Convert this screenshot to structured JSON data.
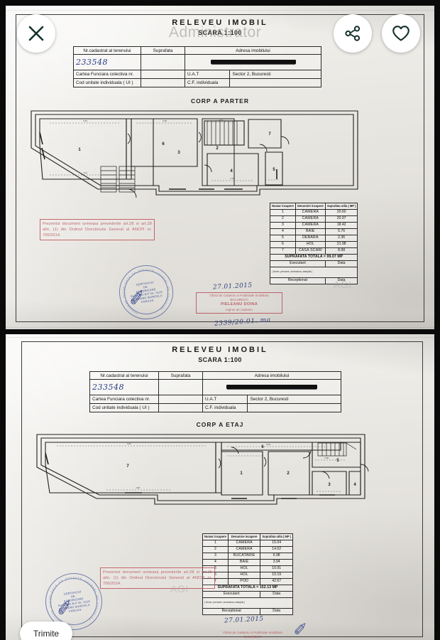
{
  "viewer": {
    "watermark": "Administrator",
    "watermark_small": "AGI",
    "watermark_small_2": "AGI",
    "close_label": "close-icon",
    "share_label": "share-icon",
    "favorite_label": "heart-icon",
    "bottom_button_label": "Trimite"
  },
  "documents": [
    {
      "id": "parter",
      "title": "RELEVEU IMOBIL",
      "scale": "SCARA 1:100",
      "section": "CORP A PARTER",
      "info_table": {
        "headers": [
          "Nr.cadastral al terenului",
          "Suprafata",
          "Adresa imobilului"
        ],
        "cadastral_number": "233548",
        "address_value": "",
        "rows": [
          {
            "label": "Cartea Funciara colectiva nr.",
            "value": "",
            "mid": "U.A.T",
            "right": "Sector  2, Bucuresti"
          },
          {
            "label": "Cod unitate individuala ( UI )",
            "value": "",
            "mid": "C.F. individuala",
            "right": ""
          }
        ]
      },
      "room_table": {
        "headers": [
          "Numar incapere",
          "Denumire incapere",
          "Suprafata utila ( MP )"
        ],
        "rows": [
          {
            "no": "1",
            "name": "CAMERA",
            "area": "20.60"
          },
          {
            "no": "2",
            "name": "CAMERA",
            "area": "20.97"
          },
          {
            "no": "3",
            "name": "CAMERA",
            "area": "18.42"
          },
          {
            "no": "4",
            "name": "BAIE",
            "area": "5.76"
          },
          {
            "no": "5",
            "name": "DEBARA",
            "area": "2.36"
          },
          {
            "no": "6",
            "name": "HOL",
            "area": "21.98"
          },
          {
            "no": "7",
            "name": "CASA SCARI",
            "area": "8.98"
          }
        ],
        "total": "SUPRAFATA TOTALA = 99.07 MP",
        "executant_label": "Executant",
        "data_label": "Data",
        "signature_hint": "( Nume, prenume, semnatura, stampila )",
        "receptionat_label": "Receptionat",
        "data_label_2": "Data"
      },
      "red_note": "Prezentul document urmeaza prevederile art.28 si art.29 alin. (1) din Ordinul Directorului General al ANCPI nr. 700/2014.",
      "blue_stamp": {
        "line1": "CERTIFICAT",
        "line2": "DE",
        "line3": "AUTORIZARE",
        "line4": "Seria RO-B-F Nr. 0119",
        "line5": "NEGRARU MARCELA",
        "line6": "FARCAS",
        "ring": "PERSOANA AUTORIZATA SA EXECUTE LUCRARI DE CADASTRU"
      },
      "ocpi_stamp": {
        "line1": "Oficiul de Cadastru si Publicitate Imobiliara",
        "line2": "BUCURESTI",
        "name": "PIELEANU DOINA",
        "role": "Inginer de cadastru"
      },
      "hand_date": "27.01.2015",
      "hand_registry": "2339/20.01.  ma"
    },
    {
      "id": "etaj",
      "title": "RELEVEU IMOBIL",
      "scale": "SCARA 1:100",
      "section": "CORP A ETAJ",
      "info_table": {
        "headers": [
          "Nr.cadastral al terenului",
          "Suprafata",
          "Adresa imobilului"
        ],
        "cadastral_number": "233548",
        "address_value": "",
        "rows": [
          {
            "label": "Cartea Funciara colectiva nr.",
            "value": "",
            "mid": "U.A.T",
            "right": "Sector  2, Bucuresti"
          },
          {
            "label": "Cod unitate individuala ( UI )",
            "value": "",
            "mid": "C.F. individuala",
            "right": ""
          }
        ]
      },
      "room_table": {
        "headers": [
          "Numar incapere",
          "Denumire incapere",
          "Suprafata utila ( MP )"
        ],
        "rows": [
          {
            "no": "1",
            "name": "CAMERA",
            "area": "15.04"
          },
          {
            "no": "2",
            "name": "CAMERA",
            "area": "14.02"
          },
          {
            "no": "3",
            "name": "BUCATARIE",
            "area": "6.98"
          },
          {
            "no": "4",
            "name": "BAIE",
            "area": "3.94"
          },
          {
            "no": "5",
            "name": "HOL",
            "area": "10.91"
          },
          {
            "no": "6",
            "name": "HOL",
            "area": "10.19"
          },
          {
            "no": "7",
            "name": "POD",
            "area": "42.67"
          }
        ],
        "total": "SUPRAFATA TOTALA = 152.13 MP",
        "executant_label": "Executant",
        "data_label": "Data",
        "signature_hint": "( Nume, prenume, semnatura, stampila )",
        "receptionat_label": "Receptionat",
        "data_label_2": "Data"
      },
      "red_note": "Prezentul document urmeaza prevederile art.28 si art.29 alin. (1) din Ordinul Directorului General al ANCPI nr. 700/2014.",
      "blue_stamp": {
        "line1": "CERTIFICAT",
        "line2": "DE",
        "line3": "AUTORIZARE",
        "line4": "Seria RO-B-F Nr. 0119",
        "line5": "NEGRARU MARCELA",
        "line6": "FARCAS",
        "ring": "PERSOANA AUTORIZATA SA EXECUTE LUCRARI DE CADASTRU"
      },
      "ocpi_stamp": {
        "line1": "Oficiul de Cadastru si Publicitate Imobiliara",
        "line2": "BUCURESTI",
        "name": "",
        "role": ""
      },
      "hand_date": "27.01.2015",
      "hand_registry": ""
    }
  ],
  "floor_plan_labels": {
    "parter": [
      "1",
      "6",
      "2",
      "3",
      "4",
      "5",
      "7"
    ],
    "etaj": [
      "7",
      "1",
      "2",
      "3",
      "4",
      "5",
      "6"
    ]
  },
  "colors": {
    "paper": "#e9e7e3",
    "ink": "#1b1b1b",
    "red_stamp": "#b9545c",
    "blue_stamp": "#4a5fa0",
    "handwriting": "#2b3f86",
    "backdrop": "#000000",
    "fab_bg": "#ffffff"
  }
}
